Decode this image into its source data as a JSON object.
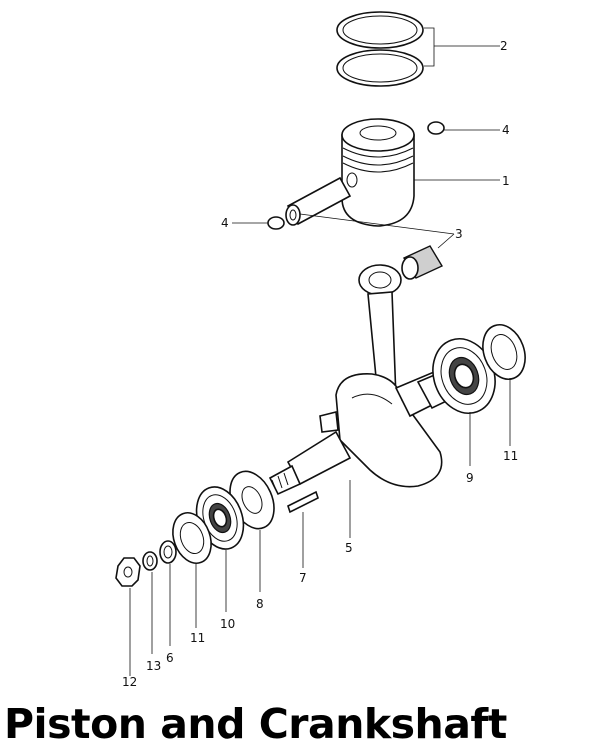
{
  "title": "Piston and Crankshaft",
  "callouts": [
    "1",
    "2",
    "3",
    "4",
    "4",
    "5",
    "6",
    "7",
    "8",
    "9",
    "10",
    "11",
    "11",
    "12",
    "13"
  ],
  "colors": {
    "ink": "#111111",
    "background": "#ffffff"
  }
}
